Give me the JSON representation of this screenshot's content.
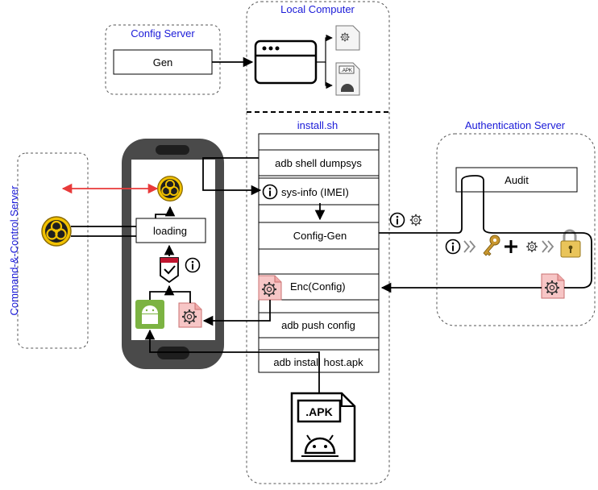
{
  "containers": {
    "config_server": "Config Server",
    "local_computer": "Local Computer",
    "install_sh": "install.sh",
    "authentication_server": "Authentication Server",
    "cnc_server": "Command-&-Control Server"
  },
  "boxes": {
    "gen": "Gen",
    "loading": "loading",
    "audit": "Audit"
  },
  "install_steps": [
    "adb shell dumpsys",
    "sys-info (IMEI)",
    "Config-Gen",
    "Enc(Config)",
    "adb push config",
    "adb install host.apk"
  ],
  "apk_file_label": ".APK",
  "apk_small_label": ".APK",
  "colors": {
    "accent_blue": "#1a1ad8",
    "arrow_red": "#e83a3a",
    "phone_body": "#4a4a4a",
    "hazard_yellow": "#f2c200",
    "config_pink": "#f7c6c6",
    "android_green": "#7cb342",
    "key_gold": "#c8962e"
  },
  "icons": [
    "biohazard-icon",
    "gear-icon",
    "info-icon",
    "key-icon",
    "plus-icon",
    "lock-icon",
    "android-icon",
    "browser-window-icon",
    "apk-file-icon",
    "config-file-icon",
    "double-chevron-icon",
    "badge-check-icon"
  ]
}
